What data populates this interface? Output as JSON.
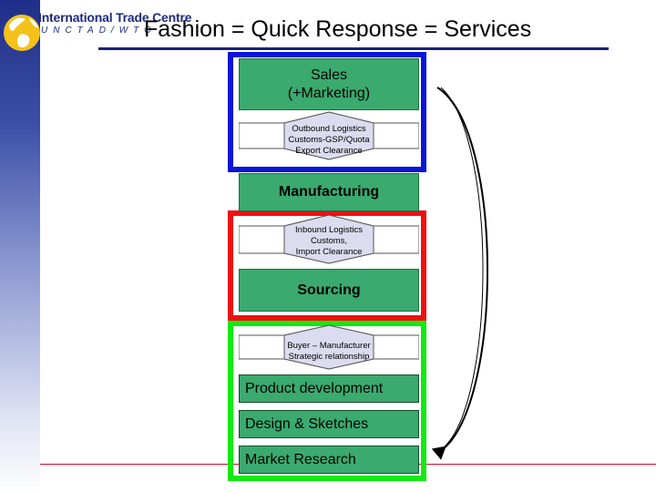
{
  "header": {
    "org_name": "International Trade Centre",
    "org_sub": "UNCTAD/WTO",
    "title": "Fashion = Quick Response = Services"
  },
  "diagram": {
    "sales_lines": [
      "Sales",
      "(+Marketing)"
    ],
    "outbound_lines": [
      "Outbound Logistics",
      "Customs-GSP/Quota",
      "Export Clearance"
    ],
    "manufacturing": "Manufacturing",
    "inbound_lines": [
      "Inbound Logistics",
      "Customs,",
      "Import Clearance"
    ],
    "sourcing": "Sourcing",
    "relationship_lines": [
      "Buyer – Manufacturer",
      "Strategic relationship"
    ],
    "product_development": "Product development",
    "design_sketches": "Design & Sketches",
    "market_research": "Market Research"
  },
  "colors": {
    "box_fill": "#3aaa6e",
    "frame_sales": "#0a14d8",
    "frame_manufacturing": "#ee1111",
    "frame_development": "#11ea11",
    "header_navy": "#1d2b80"
  },
  "icons": {
    "logo": "globe-logo-icon",
    "feedback_arrow": "curved-arrow-icon"
  }
}
